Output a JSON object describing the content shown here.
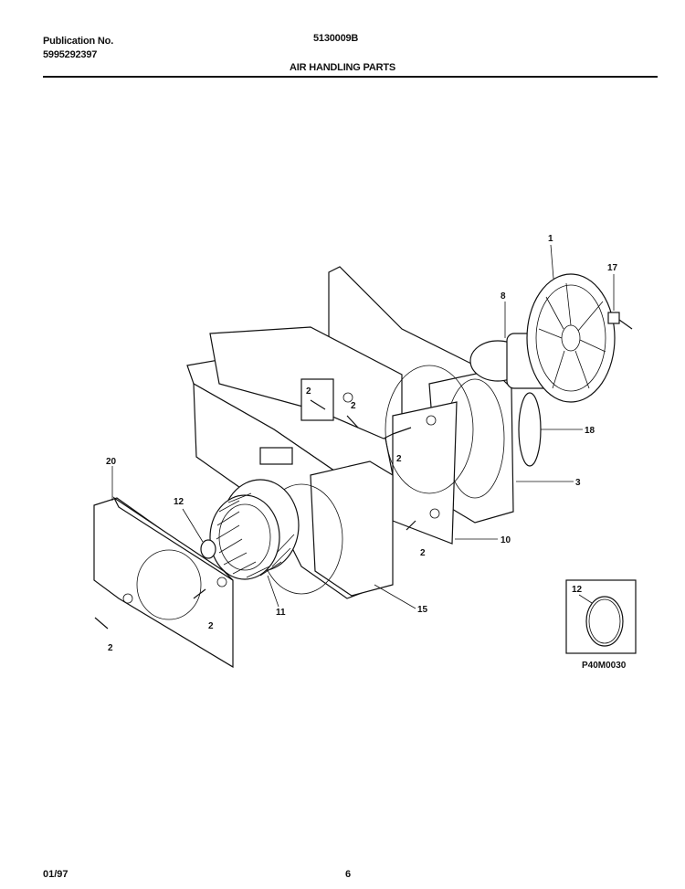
{
  "header": {
    "publication_label": "Publication No.",
    "publication_number": "5995292397",
    "model_number": "5130009B",
    "section_title": "AIR HANDLING PARTS"
  },
  "diagram": {
    "callouts": {
      "c1": "1",
      "c17": "17",
      "c8": "8",
      "c18": "18",
      "c3": "3",
      "c10": "10",
      "c15": "15",
      "c11": "11",
      "c12": "12",
      "c20": "20",
      "c2a": "2",
      "c2b": "2",
      "c2c": "2",
      "c2d": "2",
      "c2e": "2",
      "c2f": "2",
      "c12_inset": "12"
    },
    "inset_code": "P40M0030"
  },
  "footer": {
    "date": "01/97",
    "page": "6"
  }
}
